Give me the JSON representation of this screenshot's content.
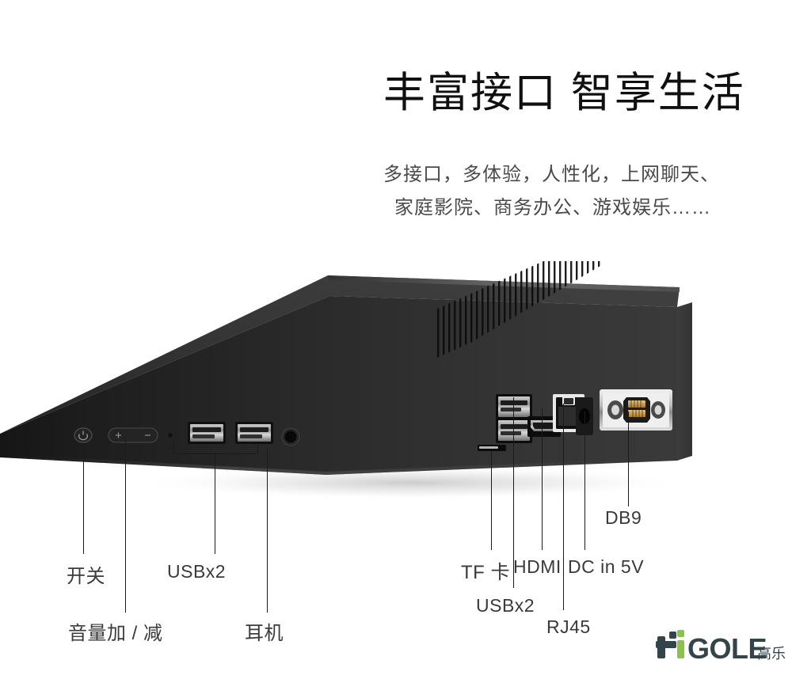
{
  "marketing": {
    "headline": "丰富接口 智享生活",
    "subtitle_line1": "多接口，多体验，人性化，上网聊天、",
    "subtitle_line2": "家庭影院、商务办公、游戏娱乐……"
  },
  "product": {
    "type": "mini-pc-chassis",
    "body_color": "#2b2b2b",
    "background_color": "#ffffff"
  },
  "callouts": [
    {
      "id": "power",
      "label": "开关",
      "side": "left"
    },
    {
      "id": "volume",
      "label": "音量加 / 减",
      "side": "left"
    },
    {
      "id": "usb-front",
      "label": "USBx2",
      "side": "left"
    },
    {
      "id": "headphone",
      "label": "耳机",
      "side": "left"
    },
    {
      "id": "tf-card",
      "label": "TF 卡",
      "side": "right"
    },
    {
      "id": "usb-rear",
      "label": "USBx2",
      "side": "right"
    },
    {
      "id": "hdmi",
      "label": "HDMI",
      "side": "right"
    },
    {
      "id": "rj45",
      "label": "RJ45",
      "side": "right"
    },
    {
      "id": "dc-in",
      "label": "DC in 5V",
      "side": "right"
    },
    {
      "id": "db9",
      "label": "DB9",
      "side": "right"
    }
  ],
  "logo": {
    "wordmark": "GOLE",
    "mark": "Hi",
    "chinese": "高乐",
    "dark_color": "#33454a",
    "green_color": "#7cb342"
  }
}
